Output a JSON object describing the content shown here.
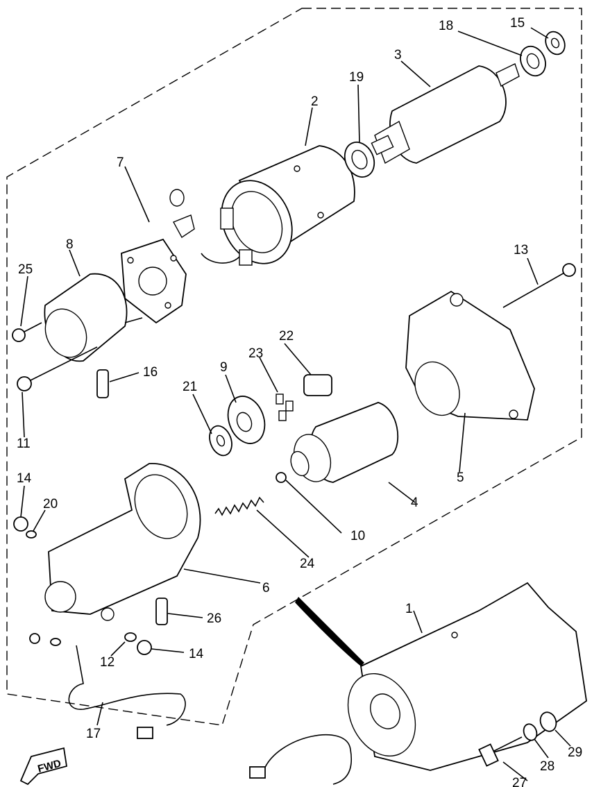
{
  "callouts": {
    "c1": "1",
    "c2": "2",
    "c3": "3",
    "c4": "4",
    "c5": "5",
    "c6": "6",
    "c7": "7",
    "c8": "8",
    "c9": "9",
    "c10": "10",
    "c11": "11",
    "c12": "12",
    "c13": "13",
    "c14a": "14",
    "c14b": "14",
    "c15": "15",
    "c16": "16",
    "c17": "17",
    "c18": "18",
    "c19": "19",
    "c20": "20",
    "c21": "21",
    "c22": "22",
    "c23": "23",
    "c24": "24",
    "c25": "25",
    "c26": "26",
    "c27": "27",
    "c28": "28",
    "c29": "29"
  },
  "fwd_label": "FWD"
}
